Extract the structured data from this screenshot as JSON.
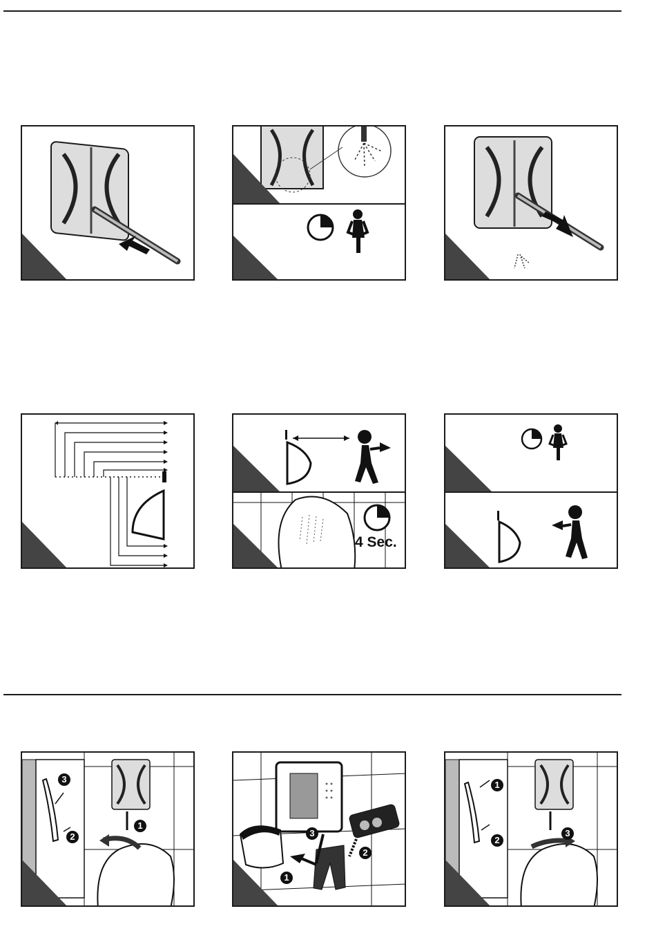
{
  "colors": {
    "line": "#1a1a1a",
    "corner_tab": "#444444",
    "fill_dark": "#111111",
    "fill_mid": "#cfcfcf"
  },
  "panels": {
    "p6": {
      "label": "4 Sec."
    }
  },
  "badges": [
    "1",
    "2",
    "3"
  ]
}
